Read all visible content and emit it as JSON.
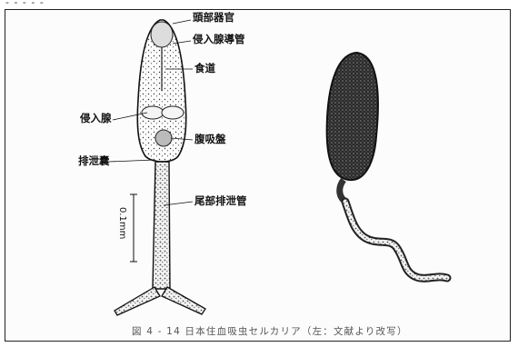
{
  "corner_text": "- - - - -",
  "figure": {
    "labels": {
      "head_organ": "頭部器官",
      "penetration_gland_duct": "侵入腺導管",
      "esophagus": "食道",
      "penetration_gland": "侵入腺",
      "ventral_sucker": "腹吸盤",
      "excretory_bladder": "排泄囊",
      "tail_excretory_duct": "尾部排泄管"
    },
    "scale_bar_label": "0.1mm",
    "caption": "図 4 - 14   日本住血吸虫セルカリア（左：文献より改写）"
  }
}
